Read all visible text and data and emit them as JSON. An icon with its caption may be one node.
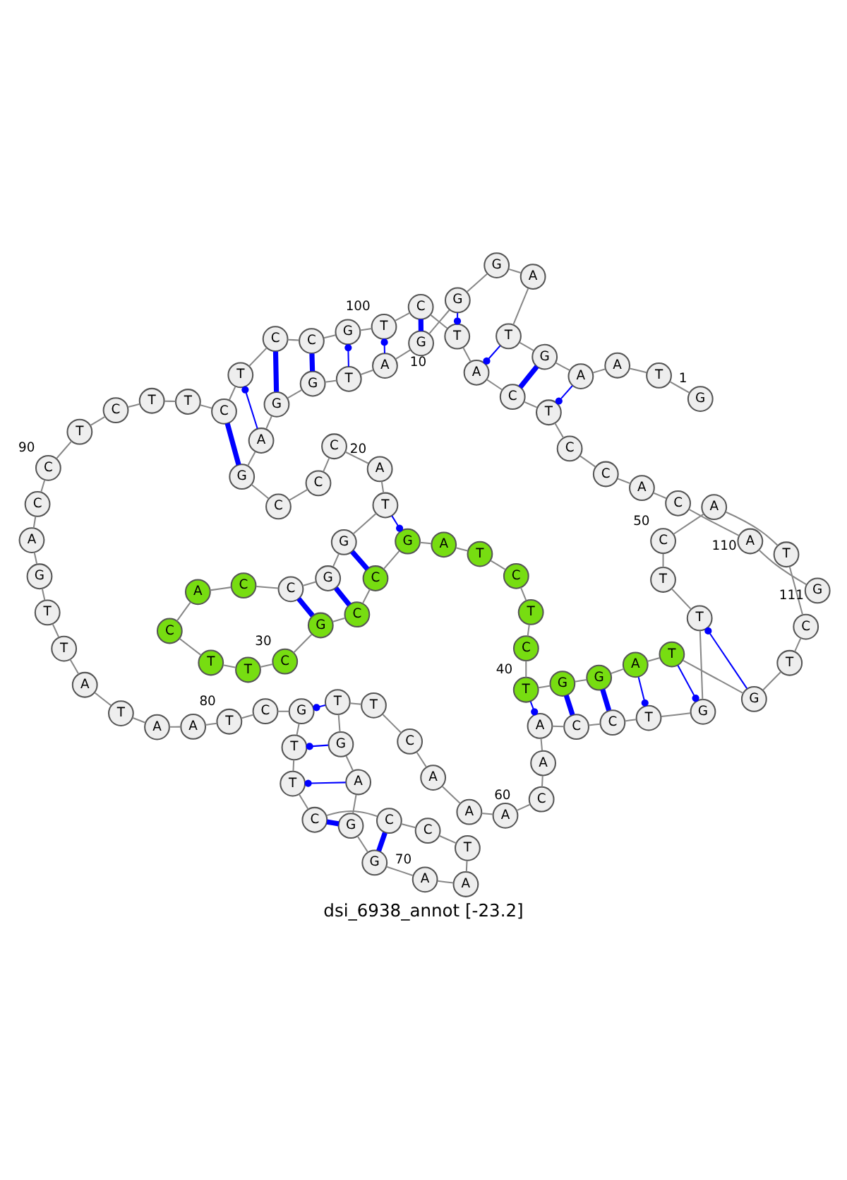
{
  "diagram": {
    "caption": "dsi_6938_annot [-23.2]",
    "nodes": [
      {
        "text": [
          "G"
        ],
        "beside": [
          "1"
        ]
      },
      {
        "text": [
          "T"
        ]
      },
      {
        "text": [
          "A"
        ]
      },
      {
        "text": [
          "A"
        ]
      },
      {
        "text": [
          "G"
        ]
      },
      {
        "text": [
          "T"
        ]
      },
      {
        "text": [
          "A"
        ]
      },
      {
        "text": [
          "G"
        ]
      },
      {
        "text": [
          "G"
        ]
      },
      {
        "text": [
          "G"
        ],
        "beside": [
          "10"
        ]
      },
      {
        "text": [
          "A"
        ]
      },
      {
        "text": [
          "T"
        ]
      },
      {
        "text": [
          "G"
        ]
      },
      {
        "text": [
          "G"
        ]
      },
      {
        "text": [
          "A"
        ]
      },
      {
        "text": [
          "G"
        ]
      },
      {
        "text": [
          "C"
        ]
      },
      {
        "text": [
          "C"
        ]
      },
      {
        "text": [
          "C"
        ]
      },
      {
        "text": [
          "A"
        ],
        "beside": [
          "20"
        ]
      },
      {
        "text": [
          "T"
        ]
      },
      {
        "text": [
          "G"
        ]
      },
      {
        "text": [
          "G"
        ]
      },
      {
        "text": [
          "C"
        ]
      },
      {
        "text": [
          "C"
        ]
      },
      {
        "text": [
          "A"
        ]
      },
      {
        "text": [
          "C"
        ]
      },
      {
        "text": [
          "T"
        ]
      },
      {
        "text": [
          "T"
        ]
      },
      {
        "text": [
          "C"
        ],
        "beside": [
          "30"
        ]
      },
      {
        "text": [
          "G"
        ]
      },
      {
        "text": [
          "C"
        ]
      },
      {
        "text": [
          "C"
        ]
      },
      {
        "text": [
          "G"
        ]
      },
      {
        "text": [
          "A"
        ]
      },
      {
        "text": [
          "T"
        ]
      },
      {
        "text": [
          "C"
        ]
      },
      {
        "text": [
          "T"
        ]
      },
      {
        "text": [
          "C"
        ]
      },
      {
        "text": [
          "T"
        ],
        "beside": [
          "40"
        ]
      },
      {
        "text": [
          "G"
        ]
      },
      {
        "text": [
          "G"
        ]
      },
      {
        "text": [
          "A"
        ]
      },
      {
        "text": [
          "T"
        ]
      },
      {
        "text": [
          "G"
        ]
      },
      {
        "text": [
          "T"
        ]
      },
      {
        "text": [
          "C"
        ]
      },
      {
        "text": [
          "T"
        ]
      },
      {
        "text": [
          "A"
        ]
      },
      {
        "text": [
          "C"
        ],
        "beside": [
          "50"
        ]
      },
      {
        "text": [
          "T"
        ]
      },
      {
        "text": [
          "T"
        ]
      },
      {
        "text": [
          "G"
        ]
      },
      {
        "text": [
          "T"
        ]
      },
      {
        "text": [
          "C"
        ]
      },
      {
        "text": [
          "C"
        ]
      },
      {
        "text": [
          "A"
        ]
      },
      {
        "text": [
          "A"
        ]
      },
      {
        "text": [
          "C"
        ]
      },
      {
        "text": [
          "A"
        ],
        "beside": [
          "60"
        ]
      },
      {
        "text": [
          "A"
        ]
      },
      {
        "text": [
          "A"
        ]
      },
      {
        "text": [
          "C"
        ]
      },
      {
        "text": [
          "T"
        ]
      },
      {
        "text": [
          "T"
        ]
      },
      {
        "text": [
          "G"
        ]
      },
      {
        "text": [
          "A"
        ]
      },
      {
        "text": [
          "G"
        ]
      },
      {
        "text": [
          "G"
        ]
      },
      {
        "text": [
          "A"
        ],
        "beside": [
          "70"
        ]
      },
      {
        "text": [
          "A"
        ]
      },
      {
        "text": [
          "T"
        ]
      },
      {
        "text": [
          "C"
        ]
      },
      {
        "text": [
          "C"
        ]
      },
      {
        "text": [
          "C"
        ]
      },
      {
        "text": [
          "T"
        ]
      },
      {
        "text": [
          "T"
        ]
      },
      {
        "text": [
          "G"
        ]
      },
      {
        "text": [
          "C"
        ]
      },
      {
        "text": [
          "T"
        ],
        "beside": [
          "80"
        ]
      },
      {
        "text": [
          "A"
        ]
      },
      {
        "text": [
          "A"
        ]
      },
      {
        "text": [
          "T"
        ]
      },
      {
        "text": [
          "A"
        ]
      },
      {
        "text": [
          "T"
        ]
      },
      {
        "text": [
          "T"
        ]
      },
      {
        "text": [
          "G"
        ]
      },
      {
        "text": [
          "A"
        ]
      },
      {
        "text": [
          "C"
        ]
      },
      {
        "text": [
          "C"
        ],
        "beside": [
          "90"
        ]
      },
      {
        "text": [
          "T"
        ]
      },
      {
        "text": [
          "C"
        ]
      },
      {
        "text": [
          "T"
        ]
      },
      {
        "text": [
          "T"
        ]
      },
      {
        "text": [
          "C"
        ]
      },
      {
        "text": [
          "T"
        ]
      },
      {
        "text": [
          "C"
        ]
      },
      {
        "text": [
          "C"
        ]
      },
      {
        "text": [
          "G"
        ]
      },
      {
        "text": [
          "T"
        ],
        "beside": [
          "100"
        ]
      },
      {
        "text": [
          "C"
        ]
      },
      {
        "text": [
          "T"
        ]
      },
      {
        "text": [
          "A"
        ]
      },
      {
        "text": [
          "C"
        ]
      },
      {
        "text": [
          "T"
        ]
      },
      {
        "text": [
          "C"
        ]
      },
      {
        "text": [
          "C"
        ]
      },
      {
        "text": [
          "A"
        ]
      },
      {
        "text": [
          "C"
        ]
      },
      {
        "text": [
          "A"
        ],
        "beside": [
          "110"
        ]
      },
      {
        "text": [
          "G"
        ],
        "beside": [
          "111"
        ]
      }
    ],
    "edges": [
      {
        "from": 0,
        "to": 1,
        "arrow": "none"
      },
      {
        "from": 1,
        "to": 2,
        "arrow": "none"
      },
      {
        "from": 2,
        "to": 3,
        "arrow": "none"
      },
      {
        "from": 3,
        "to": 4,
        "arrow": "none"
      },
      {
        "from": 4,
        "to": 5,
        "arrow": "none"
      },
      {
        "from": 5,
        "to": 6,
        "arrow": "none"
      },
      {
        "from": 6,
        "to": 7,
        "arrow": "none"
      },
      {
        "from": 7,
        "to": 8,
        "arrow": "none"
      },
      {
        "from": 8,
        "to": 9,
        "arrow": "none"
      },
      {
        "from": 9,
        "to": 10,
        "arrow": "none"
      },
      {
        "from": 10,
        "to": 11,
        "arrow": "none"
      },
      {
        "from": 11,
        "to": 12,
        "arrow": "none"
      },
      {
        "from": 12,
        "to": 13,
        "arrow": "none"
      },
      {
        "from": 13,
        "to": 14,
        "arrow": "none"
      },
      {
        "from": 14,
        "to": 15,
        "arrow": "none"
      },
      {
        "from": 15,
        "to": 16,
        "arrow": "none"
      },
      {
        "from": 16,
        "to": 17,
        "arrow": "none"
      },
      {
        "from": 17,
        "to": 18,
        "arrow": "none"
      },
      {
        "from": 18,
        "to": 19,
        "arrow": "none"
      },
      {
        "from": 19,
        "to": 20,
        "arrow": "none"
      },
      {
        "from": 20,
        "to": 21,
        "arrow": "none"
      },
      {
        "from": 21,
        "to": 22,
        "arrow": "none"
      },
      {
        "from": 22,
        "to": 23,
        "arrow": "none"
      },
      {
        "from": 23,
        "to": 24,
        "arrow": "none"
      },
      {
        "from": 24,
        "to": 25,
        "arrow": "none"
      },
      {
        "from": 25,
        "to": 26,
        "arrow": "none"
      },
      {
        "from": 26,
        "to": 27,
        "arrow": "none"
      },
      {
        "from": 27,
        "to": 28,
        "arrow": "none"
      },
      {
        "from": 28,
        "to": 29,
        "arrow": "none"
      },
      {
        "from": 29,
        "to": 30,
        "arrow": "none"
      },
      {
        "from": 30,
        "to": 31,
        "arrow": "none"
      },
      {
        "from": 31,
        "to": 32,
        "arrow": "none"
      },
      {
        "from": 32,
        "to": 33,
        "arrow": "none"
      },
      {
        "from": 33,
        "to": 34,
        "arrow": "none"
      },
      {
        "from": 34,
        "to": 35,
        "arrow": "none"
      },
      {
        "from": 35,
        "to": 36,
        "arrow": "none"
      },
      {
        "from": 36,
        "to": 37,
        "arrow": "none"
      },
      {
        "from": 37,
        "to": 38,
        "arrow": "none"
      },
      {
        "from": 38,
        "to": 39,
        "arrow": "none"
      },
      {
        "from": 39,
        "to": 40,
        "arrow": "none"
      },
      {
        "from": 40,
        "to": 41,
        "arrow": "none"
      },
      {
        "from": 41,
        "to": 42,
        "arrow": "none"
      },
      {
        "from": 42,
        "to": 43,
        "arrow": "none"
      },
      {
        "from": 43,
        "to": 44,
        "arrow": "none"
      },
      {
        "from": 44,
        "to": 45,
        "arrow": "none"
      },
      {
        "from": 45,
        "to": 46,
        "arrow": "none"
      },
      {
        "from": 46,
        "to": 47,
        "arrow": "none"
      },
      {
        "from": 47,
        "to": 48,
        "arrow": "none"
      },
      {
        "from": 48,
        "to": 49,
        "arrow": "none"
      },
      {
        "from": 49,
        "to": 50,
        "arrow": "none"
      },
      {
        "from": 50,
        "to": 51,
        "arrow": "none"
      },
      {
        "from": 51,
        "to": 52,
        "arrow": "none"
      },
      {
        "from": 52,
        "to": 53,
        "arrow": "none"
      },
      {
        "from": 53,
        "to": 54,
        "arrow": "none"
      },
      {
        "from": 54,
        "to": 55,
        "arrow": "none"
      },
      {
        "from": 55,
        "to": 56,
        "arrow": "none"
      },
      {
        "from": 56,
        "to": 57,
        "arrow": "none"
      },
      {
        "from": 57,
        "to": 58,
        "arrow": "none"
      },
      {
        "from": 58,
        "to": 59,
        "arrow": "none"
      },
      {
        "from": 59,
        "to": 60,
        "arrow": "none"
      },
      {
        "from": 60,
        "to": 61,
        "arrow": "none"
      },
      {
        "from": 61,
        "to": 62,
        "arrow": "none"
      },
      {
        "from": 62,
        "to": 63,
        "arrow": "none"
      },
      {
        "from": 63,
        "to": 64,
        "arrow": "none"
      },
      {
        "from": 64,
        "to": 65,
        "arrow": "none"
      },
      {
        "from": 65,
        "to": 66,
        "arrow": "none"
      },
      {
        "from": 66,
        "to": 67,
        "arrow": "none"
      },
      {
        "from": 67,
        "to": 68,
        "arrow": "none"
      },
      {
        "from": 68,
        "to": 69,
        "arrow": "none"
      },
      {
        "from": 69,
        "to": 70,
        "arrow": "none"
      },
      {
        "from": 70,
        "to": 71,
        "arrow": "none"
      },
      {
        "from": 71,
        "to": 72,
        "arrow": "none"
      },
      {
        "from": 72,
        "to": 73,
        "arrow": "none"
      },
      {
        "from": 73,
        "to": 74,
        "arrow": "none"
      },
      {
        "from": 74,
        "to": 75,
        "arrow": "none"
      },
      {
        "from": 75,
        "to": 76,
        "arrow": "none"
      },
      {
        "from": 76,
        "to": 77,
        "arrow": "none"
      },
      {
        "from": 77,
        "to": 78,
        "arrow": "none"
      },
      {
        "from": 78,
        "to": 79,
        "arrow": "none"
      },
      {
        "from": 79,
        "to": 80,
        "arrow": "none"
      },
      {
        "from": 80,
        "to": 81,
        "arrow": "none"
      },
      {
        "from": 81,
        "to": 82,
        "arrow": "none"
      },
      {
        "from": 82,
        "to": 83,
        "arrow": "none"
      },
      {
        "from": 83,
        "to": 84,
        "arrow": "none"
      },
      {
        "from": 84,
        "to": 85,
        "arrow": "none"
      },
      {
        "from": 85,
        "to": 86,
        "arrow": "none"
      },
      {
        "from": 86,
        "to": 87,
        "arrow": "none"
      },
      {
        "from": 87,
        "to": 88,
        "arrow": "none"
      },
      {
        "from": 88,
        "to": 89,
        "arrow": "none"
      },
      {
        "from": 89,
        "to": 90,
        "arrow": "none"
      },
      {
        "from": 90,
        "to": 91,
        "arrow": "none"
      },
      {
        "from": 91,
        "to": 92,
        "arrow": "none"
      },
      {
        "from": 92,
        "to": 93,
        "arrow": "none"
      },
      {
        "from": 93,
        "to": 94,
        "arrow": "none"
      },
      {
        "from": 94,
        "to": 95,
        "arrow": "none"
      },
      {
        "from": 95,
        "to": 96,
        "arrow": "none"
      },
      {
        "from": 96,
        "to": 97,
        "arrow": "none"
      },
      {
        "from": 97,
        "to": 98,
        "arrow": "none"
      },
      {
        "from": 98,
        "to": 99,
        "arrow": "none"
      },
      {
        "from": 99,
        "to": 100,
        "arrow": "none"
      },
      {
        "from": 100,
        "to": 101,
        "arrow": "none"
      },
      {
        "from": 101,
        "to": 102,
        "arrow": "none"
      },
      {
        "from": 102,
        "to": 103,
        "arrow": "none"
      },
      {
        "from": 103,
        "to": 104,
        "arrow": "none"
      },
      {
        "from": 104,
        "to": 105,
        "arrow": "none"
      },
      {
        "from": 105,
        "to": 106,
        "arrow": "none"
      },
      {
        "from": 106,
        "to": 107,
        "arrow": "none"
      },
      {
        "from": 107,
        "to": 108,
        "arrow": "none"
      },
      {
        "from": 108,
        "to": 109,
        "arrow": "none"
      },
      {
        "from": 109,
        "to": 110,
        "arrow": "none"
      },
      {
        "from": 3,
        "to": 104,
        "arrow": "other",
        "color": "#0000ff"
      },
      {
        "from": 4,
        "to": 103,
        "arrow": "none",
        "style": "thick",
        "color": "#0000ff"
      },
      {
        "from": 5,
        "to": 102,
        "arrow": "other",
        "color": "#0000ff"
      },
      {
        "from": 8,
        "to": 101,
        "arrow": "other",
        "color": "#0000ff"
      },
      {
        "from": 9,
        "to": 100,
        "arrow": "none",
        "style": "thick",
        "color": "#0000ff"
      },
      {
        "from": 10,
        "to": 99,
        "arrow": "other",
        "color": "#0000ff"
      },
      {
        "from": 11,
        "to": 98,
        "arrow": "other",
        "color": "#0000ff"
      },
      {
        "from": 12,
        "to": 97,
        "arrow": "none",
        "style": "thick",
        "color": "#0000ff"
      },
      {
        "from": 13,
        "to": 96,
        "arrow": "none",
        "style": "thick",
        "color": "#0000ff"
      },
      {
        "from": 14,
        "to": 95,
        "arrow": "other",
        "color": "#0000ff"
      },
      {
        "from": 15,
        "to": 94,
        "arrow": "none",
        "style": "thick",
        "color": "#0000ff"
      },
      {
        "from": 20,
        "to": 33,
        "arrow": "other",
        "color": "#0000ff"
      },
      {
        "from": 21,
        "to": 32,
        "arrow": "none",
        "style": "thick",
        "color": "#0000ff"
      },
      {
        "from": 22,
        "to": 31,
        "arrow": "none",
        "style": "thick",
        "color": "#0000ff"
      },
      {
        "from": 23,
        "to": 30,
        "arrow": "none",
        "style": "thick",
        "color": "#0000ff"
      },
      {
        "from": 39,
        "to": 56,
        "arrow": "other",
        "color": "#0000ff"
      },
      {
        "from": 40,
        "to": 55,
        "arrow": "none",
        "style": "thick",
        "color": "#0000ff"
      },
      {
        "from": 41,
        "to": 54,
        "arrow": "none",
        "style": "thick",
        "color": "#0000ff"
      },
      {
        "from": 42,
        "to": 53,
        "arrow": "other",
        "color": "#0000ff"
      },
      {
        "from": 43,
        "to": 52,
        "arrow": "other",
        "color": "#0000ff"
      },
      {
        "from": 44,
        "to": 51,
        "arrow": "other",
        "color": "#0000ff"
      },
      {
        "from": 64,
        "to": 77,
        "arrow": "other",
        "color": "#0000ff"
      },
      {
        "from": 65,
        "to": 76,
        "arrow": "other",
        "color": "#0000ff"
      },
      {
        "from": 66,
        "to": 75,
        "arrow": "other",
        "color": "#0000ff"
      },
      {
        "from": 67,
        "to": 74,
        "arrow": "none",
        "style": "thick",
        "color": "#0000ff"
      },
      {
        "from": 68,
        "to": 73,
        "arrow": "none",
        "style": "thick",
        "color": "#0000ff"
      }
    ]
  }
}
